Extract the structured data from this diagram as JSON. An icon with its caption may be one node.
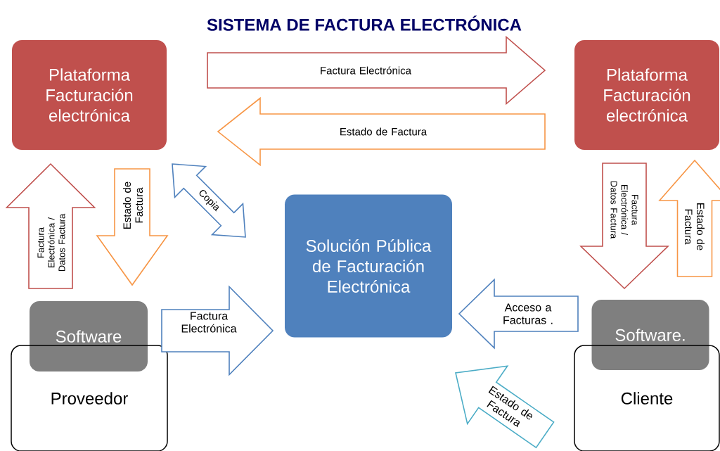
{
  "diagram": {
    "title": "SISTEMA DE FACTURA ELECTRÓNICA",
    "nodes": [
      {
        "text": [
          "Plataforma Facturación electrónica"
        ]
      },
      {
        "text": [
          "Plataforma Facturación electrónica"
        ]
      },
      {
        "text": [
          "Solución Pública de Facturación Electrónica"
        ]
      },
      {
        "text": [
          "Software"
        ]
      },
      {
        "text": [
          "Proveedor"
        ]
      },
      {
        "text": [
          "Software."
        ]
      },
      {
        "text": [
          "Cliente"
        ]
      }
    ],
    "edges": [
      {
        "from": 0,
        "to": 1,
        "arrow": "to",
        "label": "Factura Electrónica",
        "color": "#c0504d"
      },
      {
        "from": 1,
        "to": 0,
        "arrow": "to",
        "label": "Estado de Factura",
        "color": "#f79646"
      },
      {
        "from": 3,
        "to": 0,
        "arrow": "to",
        "label": "Factura Electrónica / Datos Factura",
        "color": "#c0504d"
      },
      {
        "from": 0,
        "to": 3,
        "arrow": "to",
        "label": "Estado de Factura",
        "color": "#f79646"
      },
      {
        "from": 0,
        "to": 2,
        "arrow": "both",
        "label": "Copia",
        "color": "#4f81bd"
      },
      {
        "from": 3,
        "to": 2,
        "arrow": "to",
        "label": "Factura Electrónica",
        "color": "#4f81bd"
      },
      {
        "from": 1,
        "to": 5,
        "arrow": "to",
        "label": "Factura Electrónica / Datos Factura",
        "color": "#c0504d"
      },
      {
        "from": 5,
        "to": 1,
        "arrow": "to",
        "label": "Estado de Factura",
        "color": "#f79646"
      },
      {
        "from": 5,
        "to": 2,
        "arrow": "to",
        "label": "Acceso a Facturas .",
        "color": "#4f81bd"
      },
      {
        "from": 6,
        "to": 2,
        "arrow": "to",
        "label": "Estado de Factura",
        "color": "#4bacc6"
      }
    ]
  }
}
